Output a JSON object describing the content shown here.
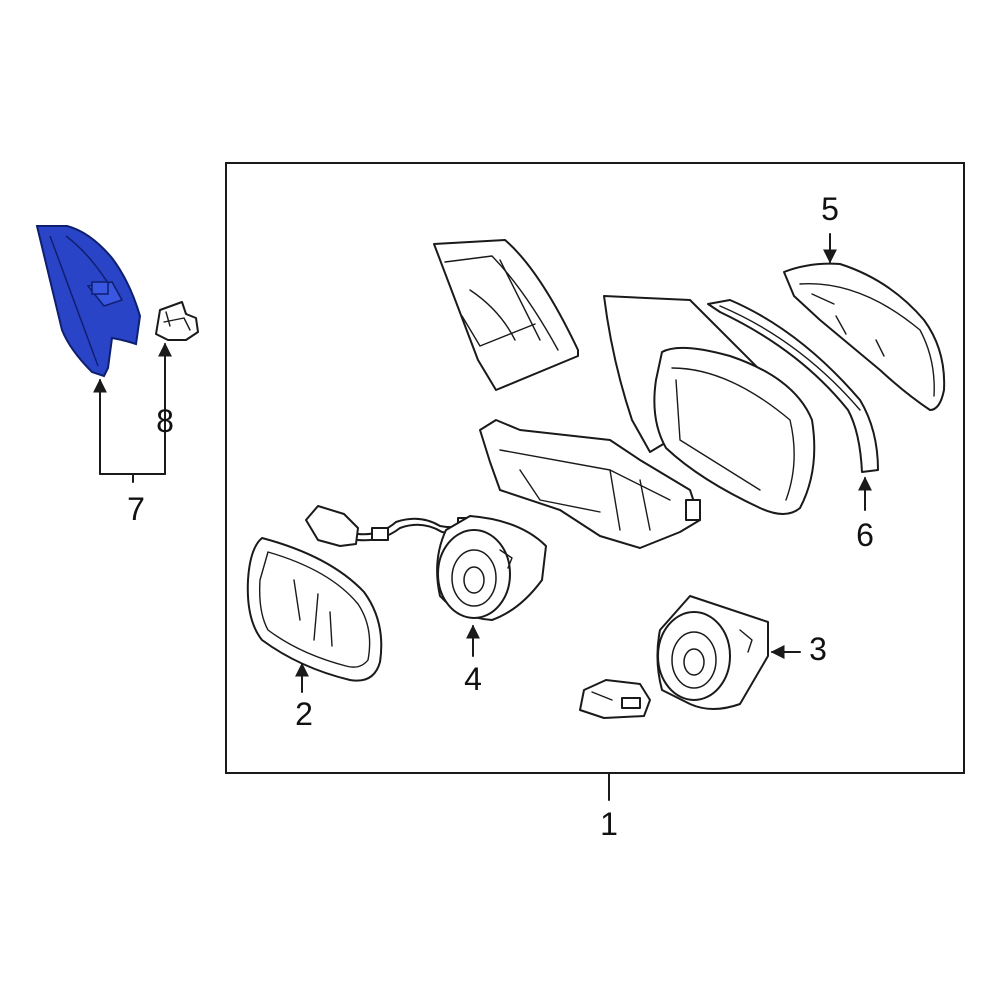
{
  "callouts": {
    "c1": "1",
    "c2": "2",
    "c3": "3",
    "c4": "4",
    "c5": "5",
    "c6": "6",
    "c7": "7",
    "c8": "8"
  },
  "highlight_part": "7",
  "colors": {
    "highlight": "#2a44c8",
    "line": "#1a1a1a",
    "background": "#ffffff"
  }
}
